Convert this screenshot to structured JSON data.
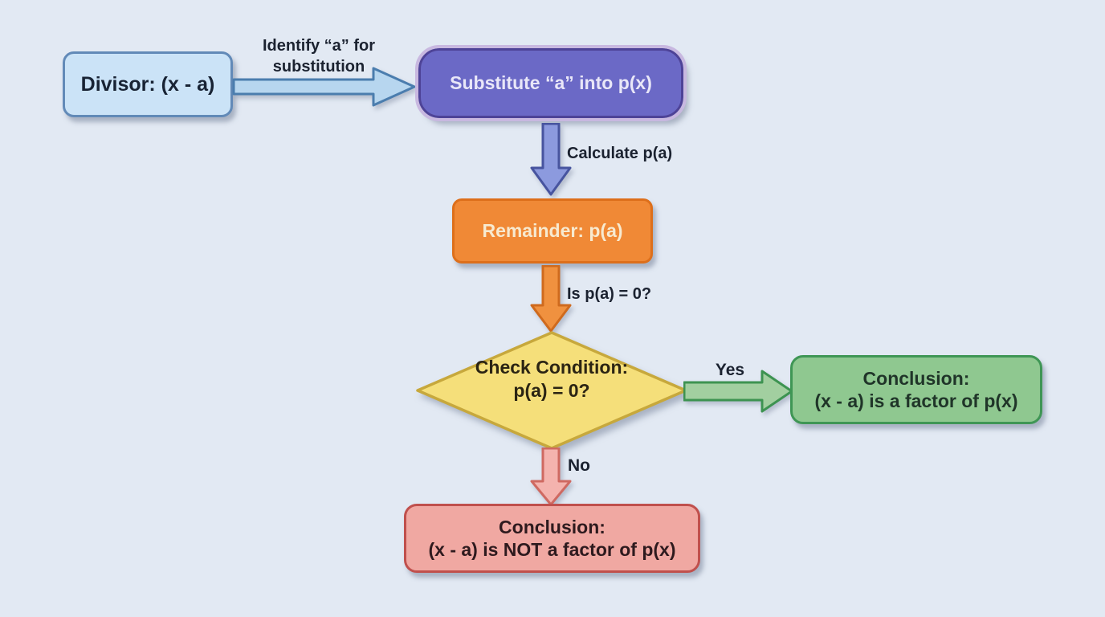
{
  "canvas": {
    "background": "#e2e9f3"
  },
  "diagram": {
    "nodes": {
      "divisor": {
        "label": "Divisor: (x - a)",
        "fill": "#cbe3f7",
        "border": "#628ab8",
        "text": "#182334"
      },
      "substitute": {
        "label": "Substitute “a” into p(x)",
        "fill": "#6b69c6",
        "border": "#4e4397",
        "ring": "#c8b8e0",
        "text": "#e9e7f8"
      },
      "remainder": {
        "label": "Remainder: p(a)",
        "fill": "#f08936",
        "border": "#dd6f1b",
        "text": "#f7ead0"
      },
      "decision": {
        "line1": "Check Condition:",
        "line2": "p(a) = 0?",
        "fill": "#f5df7a",
        "border": "#c7a83c",
        "text": "#2b2413"
      },
      "conclusion_yes": {
        "line1": "Conclusion:",
        "line2": "(x - a) is a factor of p(x)",
        "fill": "#8fc890",
        "border": "#3f9655",
        "text": "#203529"
      },
      "conclusion_no": {
        "line1": "Conclusion:",
        "line2": "(x - a) is NOT a factor of p(x)",
        "fill": "#f0a8a2",
        "border": "#c0504d",
        "text": "#2e1a1e"
      }
    },
    "edges": {
      "identify": {
        "line1": "Identify “a” for",
        "line2": "substitution",
        "fill": "#b7d6ef",
        "stroke": "#4b7dae",
        "label_color": "#1b2230"
      },
      "calculate": {
        "label": "Calculate p(a)",
        "fill": "#8c9ade",
        "stroke": "#47549f",
        "label_color": "#1b2230"
      },
      "condition": {
        "label": "Is p(a) = 0?",
        "fill": "#f0913f",
        "stroke": "#cf6a1d",
        "label_color": "#1b2230"
      },
      "yes": {
        "label": "Yes",
        "fill": "#a2cfa0",
        "stroke": "#3d9351",
        "label_color": "#1b2230"
      },
      "no": {
        "label": "No",
        "fill": "#f4b3ae",
        "stroke": "#cf6961",
        "label_color": "#1b2230"
      }
    }
  }
}
